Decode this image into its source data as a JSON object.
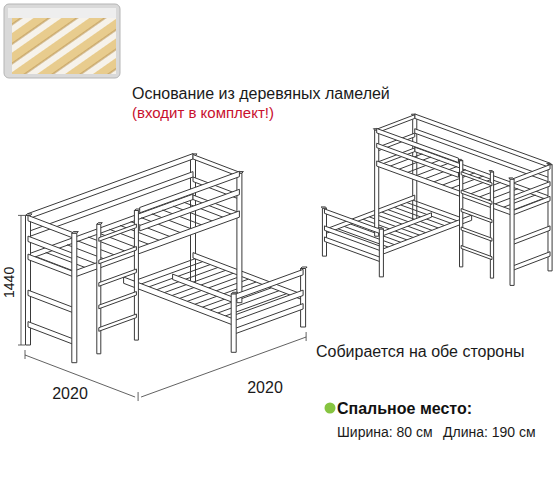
{
  "diagram": {
    "labels": [
      "Основание из деревяных ламелей",
      "(входит в комплект!)",
      "1440",
      "2020",
      "2020",
      "Собирается на обе стороны",
      "Спальное место:",
      "Ширина: 80 см",
      "Длина: 190 см"
    ]
  }
}
